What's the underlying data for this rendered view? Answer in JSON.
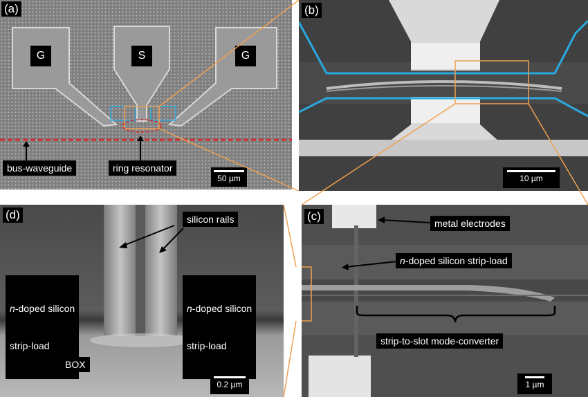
{
  "panels": {
    "a": {
      "tag": "(a)",
      "pads": [
        "G",
        "S",
        "G"
      ],
      "labels": {
        "bus": "bus-waveguide",
        "ring": "ring resonator"
      },
      "scale": "50 µm"
    },
    "b": {
      "tag": "(b)",
      "scale": "10 µm"
    },
    "c": {
      "tag": "(c)",
      "labels": {
        "electrodes": "metal electrodes",
        "strip_italic": "n",
        "strip_rest": "-doped silicon strip-load",
        "converter": "strip-to-slot mode-converter"
      },
      "scale": "1 µm"
    },
    "d": {
      "tag": "(d)",
      "labels": {
        "rails": "silicon rails",
        "left_italic": "n",
        "left_rest": "-doped silicon",
        "left_line2": "strip-load",
        "right_italic": "n",
        "right_rest": "-doped silicon",
        "right_line2": "strip-load",
        "box": "BOX"
      },
      "scale": "0.2 µm"
    }
  },
  "colors": {
    "zoom_line": "#f0a050",
    "blue_outline": "#2aa8e0",
    "red_dash": "#e02020"
  }
}
